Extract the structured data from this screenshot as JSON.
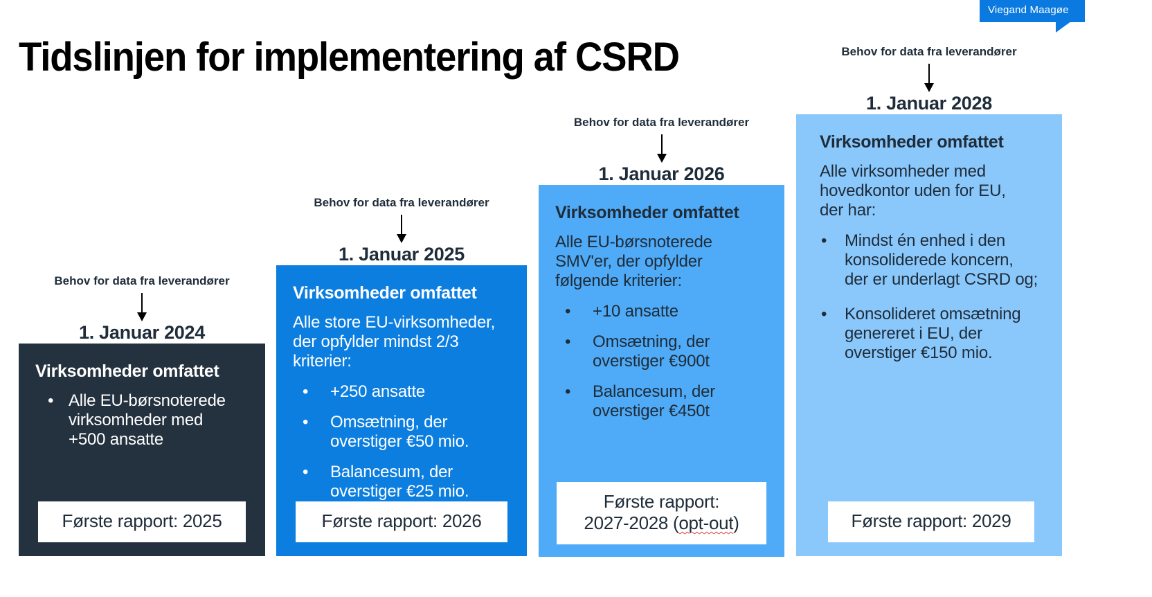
{
  "logo": {
    "text": "Viegand Maagøe",
    "color": "#0b7ae0"
  },
  "title": "Tidslinjen for implementering af CSRD",
  "common": {
    "supplier_note": "Behov for data fra\nleverandører",
    "card_title": "Virksomheder omfattet",
    "arrow_icon": "down-arrow-icon"
  },
  "colors": {
    "card1_bg": "#24323f",
    "card2_bg": "#0c7ee0",
    "card3_bg": "#4fabf7",
    "card4_bg": "#8ac8fc",
    "text_dark": "#1f2c39",
    "text_light": "#ffffff",
    "spellcheck_underline": "#e23b3b"
  },
  "columns": [
    {
      "id": "col1",
      "supplier_note": "Behov for data fra\nleverandører",
      "date": "1. Januar 2024",
      "card_title": "Virksomheder omfattet",
      "intro": "",
      "bullets": [
        "Alle EU-børsnoterede\nvirksomheder med\n+500 ansatte"
      ],
      "report": "Første rapport: 2025",
      "report_spell": ""
    },
    {
      "id": "col2",
      "supplier_note": "Behov for data fra\nleverandører",
      "date": "1. Januar 2025",
      "card_title": "Virksomheder omfattet",
      "intro": "Alle store EU-virksomheder,\nder opfylder mindst 2/3\nkriterier:",
      "bullets": [
        "+250 ansatte",
        "Omsætning, der\noverstiger €50 mio.",
        "Balancesum, der\noverstiger €25 mio."
      ],
      "report": "Første rapport: 2026",
      "report_spell": ""
    },
    {
      "id": "col3",
      "supplier_note": "Behov for data fra\nleverandører",
      "date": "1. Januar 2026",
      "card_title": "Virksomheder omfattet",
      "intro": "Alle EU-børsnoterede\nSMV'er, der opfylder\nfølgende kriterier:",
      "bullets": [
        "+10 ansatte",
        "Omsætning, der\noverstiger €900t",
        "Balancesum, der\noverstiger €450t"
      ],
      "report": "Første rapport:\n2027-2028 (",
      "report_spell": "opt-out",
      "report_tail": ")"
    },
    {
      "id": "col4",
      "supplier_note": "Behov for data fra\nleverandører",
      "date": "1. Januar 2028",
      "card_title": "Virksomheder omfattet",
      "intro": "Alle virksomheder med\nhovedkontor uden for EU,\nder har:",
      "bullets": [
        "Mindst én enhed i den\nkonsoliderede koncern,\nder er underlagt CSRD og;",
        "Konsolideret omsætning\ngenereret i EU, der\noverstiger €150 mio."
      ],
      "report": "Første rapport: 2029",
      "report_spell": ""
    }
  ]
}
